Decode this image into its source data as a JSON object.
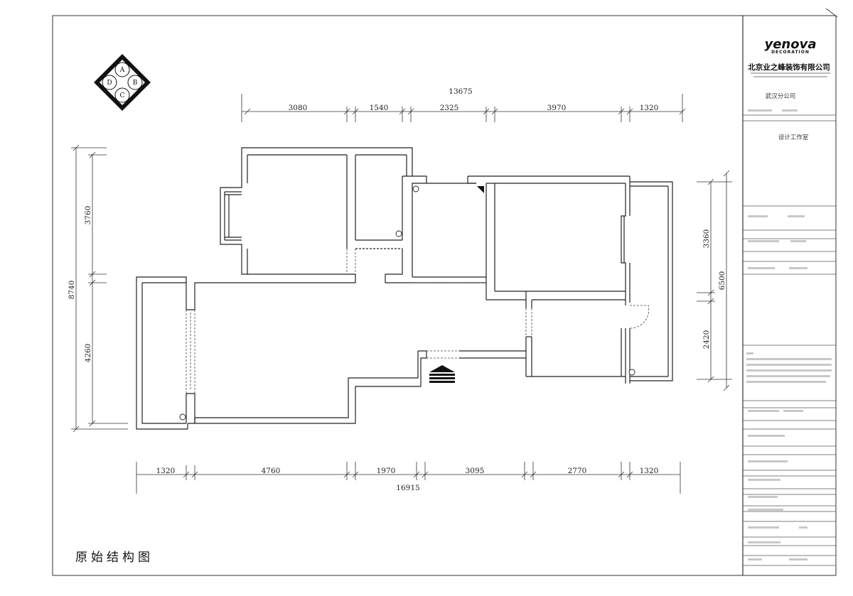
{
  "drawing": {
    "title": "原始结构图"
  },
  "compass": {
    "labels": [
      "A",
      "B",
      "C",
      "D"
    ]
  },
  "dimensions": {
    "top_total": "13675",
    "top_segments": [
      "3080",
      "1540",
      "2325",
      "3970",
      "1320"
    ],
    "bottom_total": "16915",
    "bottom_segments": [
      "1320",
      "4760",
      "1970",
      "3095",
      "2770",
      "1320"
    ],
    "left_total": "8740",
    "left_segments": [
      "3760",
      "4260"
    ],
    "right_total": "6500",
    "right_segments": [
      "3360",
      "2420"
    ]
  },
  "title_block": {
    "logo_main": "yenova",
    "logo_sub": "DECORATION",
    "company": "北京业之峰装饰有限公司",
    "branch": "武汉分公司",
    "dept": "设计工作室"
  },
  "colors": {
    "wall": "#222222",
    "line": "#333333",
    "paper": "#ffffff"
  }
}
